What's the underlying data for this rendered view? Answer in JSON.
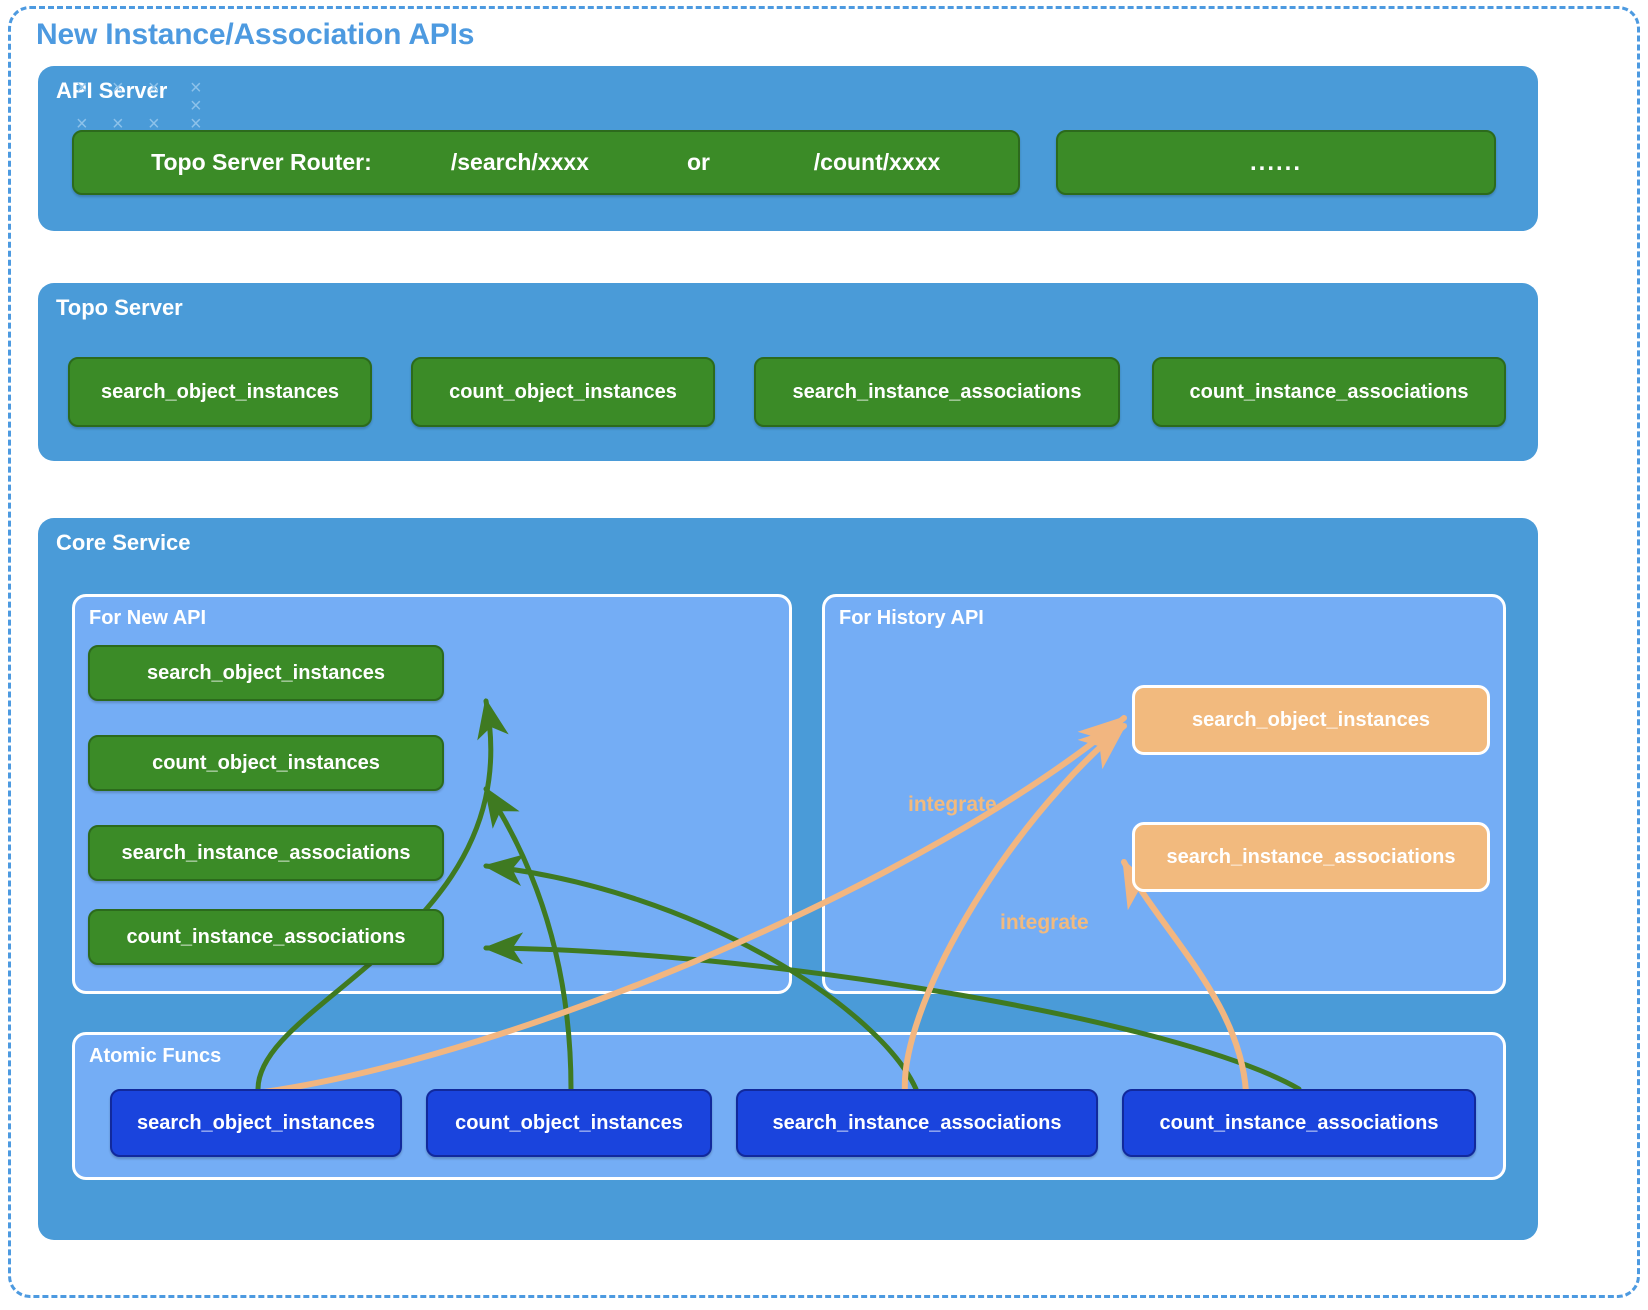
{
  "diagram": {
    "title": "New Instance/Association APIs",
    "colors": {
      "title": "#4d9ae0",
      "band_blue": "#4a9bd8",
      "panel_blue": "#74adf5",
      "green_chip": "#3b8b27",
      "orange_chip": "#f2ba7e",
      "atomic_blue": "#1a44dd",
      "green_edge": "#3f7a21",
      "orange_edge": "#f2b680"
    }
  },
  "api_server": {
    "label": "API Server",
    "router": {
      "title": "Topo Server Router:",
      "route_search": "/search/xxxx",
      "conjunction": "or",
      "route_count": "/count/xxxx"
    },
    "more": "......"
  },
  "topo_server": {
    "label": "Topo Server",
    "items": [
      "search_object_instances",
      "count_object_instances",
      "search_instance_associations",
      "count_instance_associations"
    ]
  },
  "core_service": {
    "label": "Core Service",
    "for_new_api": {
      "label": "For New API",
      "items": [
        "search_object_instances",
        "count_object_instances",
        "search_instance_associations",
        "count_instance_associations"
      ]
    },
    "for_history_api": {
      "label": "For History API",
      "items": [
        "search_object_instances",
        "search_instance_associations"
      ]
    },
    "atomic_funcs": {
      "label": "Atomic Funcs",
      "items": [
        "search_object_instances",
        "count_object_instances",
        "search_instance_associations",
        "count_instance_associations"
      ]
    }
  },
  "edges": {
    "integrate_label_1": "integrate",
    "integrate_label_2": "integrate"
  }
}
